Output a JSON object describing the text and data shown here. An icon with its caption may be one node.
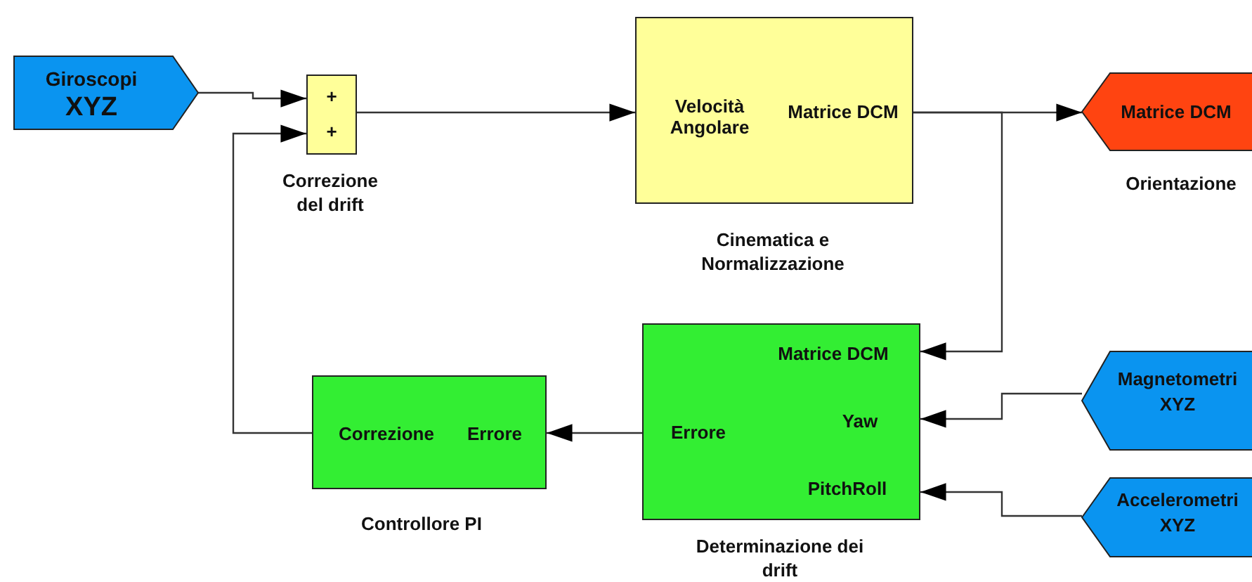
{
  "diagram": {
    "nodes": [
      {
        "text": [
          "Giroscopi",
          "XYZ"
        ]
      },
      {
        "text": [
          "+",
          "+"
        ],
        "beside": [
          "Correzione del drift"
        ]
      },
      {
        "text": [
          "Velocità Angolare",
          "Matrice DCM"
        ],
        "beside": [
          "Cinematica e Normalizzazione"
        ]
      },
      {
        "text": [
          "Matrice DCM"
        ],
        "beside": [
          "Orientazione"
        ]
      },
      {
        "text": [
          "Matrice DCM",
          "Yaw",
          "PitchRoll",
          "Errore"
        ],
        "beside": [
          "Determinazione dei drift"
        ]
      },
      {
        "text": [
          "Correzione",
          "Errore"
        ],
        "beside": [
          "Controllore PI"
        ]
      },
      {
        "text": [
          "Magnetometri",
          "XYZ"
        ]
      },
      {
        "text": [
          "Accelerometri",
          "XYZ"
        ]
      }
    ],
    "edges": [
      {
        "from": 0,
        "to": 1,
        "arrow": "to"
      },
      {
        "from": 5,
        "to": 1,
        "arrow": "to"
      },
      {
        "from": 1,
        "to": 2,
        "arrow": "to"
      },
      {
        "from": 2,
        "to": 3,
        "arrow": "to"
      },
      {
        "from": 2,
        "to": 4,
        "arrow": "to"
      },
      {
        "from": 6,
        "to": 4,
        "arrow": "to"
      },
      {
        "from": 7,
        "to": 4,
        "arrow": "to"
      },
      {
        "from": 4,
        "to": 5,
        "arrow": "to"
      }
    ]
  }
}
